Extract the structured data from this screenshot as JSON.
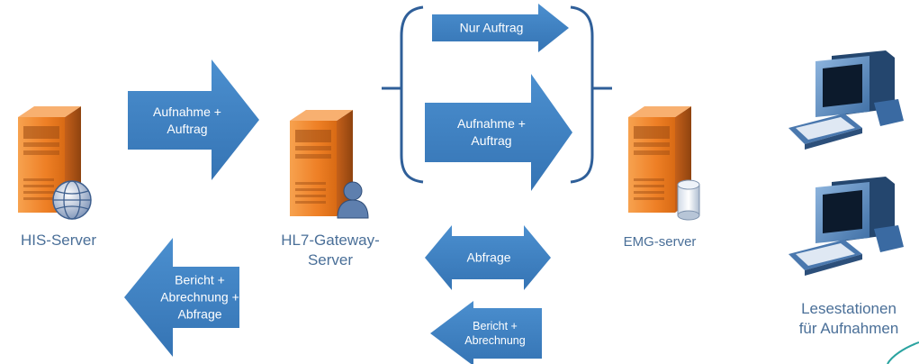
{
  "colors": {
    "arrow": "#3d7fbf",
    "bracket": "#2f5f99",
    "label": "#4a6f98",
    "server_orange": "#f2852e",
    "server_dark": "#b45413",
    "monitor_blue": "#5d8ec2"
  },
  "nodes": {
    "his_server": {
      "label": "HIS-Server",
      "icon": "server-globe-icon"
    },
    "gateway": {
      "label_line1": "HL7-Gateway-",
      "label_line2": "Server",
      "icon": "server-user-icon"
    },
    "emg": {
      "label": "EMG-server",
      "icon": "server-database-icon"
    },
    "stations": {
      "label_line1": "Lesestationen",
      "label_line2": "für Aufnahmen",
      "icon": "workstation-icon"
    }
  },
  "arrows": {
    "aufnahme_auftrag_left": {
      "line1": "Aufnahme +",
      "line2": "Auftrag"
    },
    "bericht_abrechnung_abfrage": {
      "line1": "Bericht +",
      "line2": "Abrechnung +",
      "line3": "Abfrage"
    },
    "nur_auftrag": {
      "line1": "Nur Auftrag"
    },
    "aufnahme_auftrag_right": {
      "line1": "Aufnahme +",
      "line2": "Auftrag"
    },
    "abfrage": {
      "line1": "Abfrage"
    },
    "bericht_abrechnung": {
      "line1": "Bericht +",
      "line2": "Abrechnung"
    }
  }
}
